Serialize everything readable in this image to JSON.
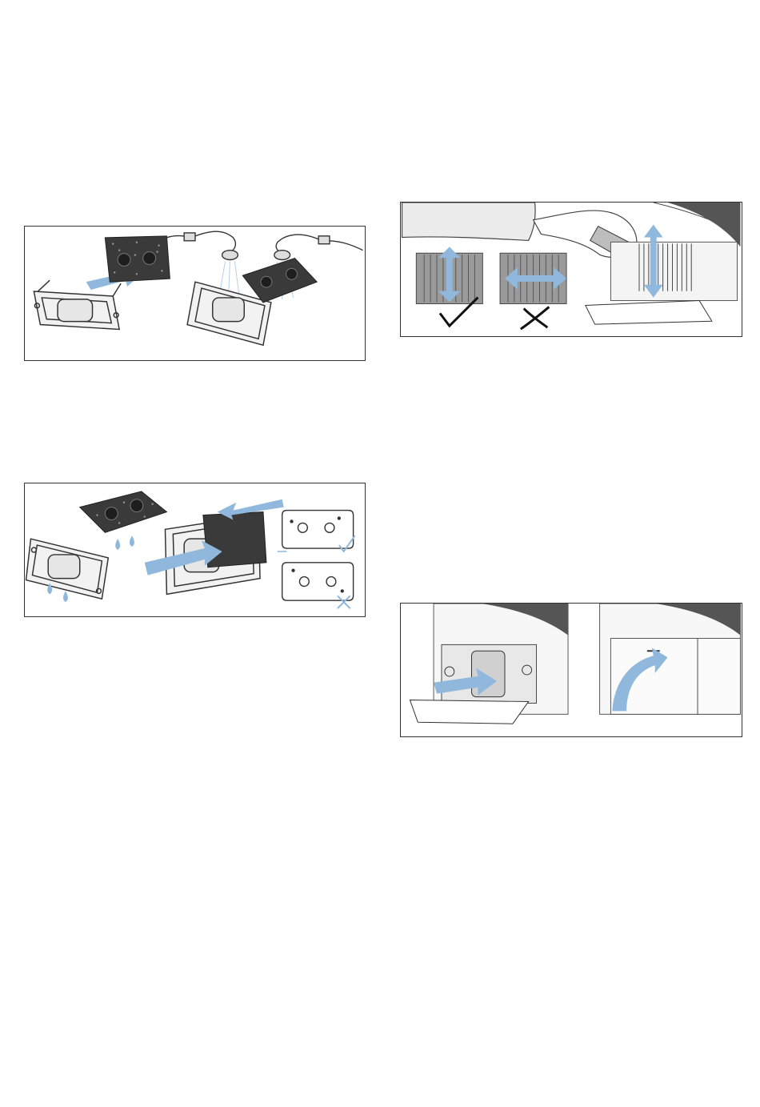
{
  "figures": [
    {
      "id": "fig1",
      "description_icons": [
        "filter-frame-icon",
        "foam-filter-icon",
        "shower-head-icon"
      ]
    },
    {
      "id": "fig2",
      "description_icons": [
        "foam-filter-icon",
        "filter-frame-icon",
        "orientation-correct-icon",
        "orientation-wrong-icon"
      ]
    },
    {
      "id": "fig3",
      "description_icons": [
        "check-mark-icon",
        "cross-mark-icon",
        "vacuum-nozzle-icon"
      ]
    },
    {
      "id": "fig4",
      "description_icons": [
        "filter-insert-icon",
        "flap-close-icon"
      ]
    }
  ],
  "colors": {
    "arrow": "#8fb8dc",
    "line": "#333333",
    "foam": "#3c3c3c",
    "grey": "#bdbdbd"
  }
}
